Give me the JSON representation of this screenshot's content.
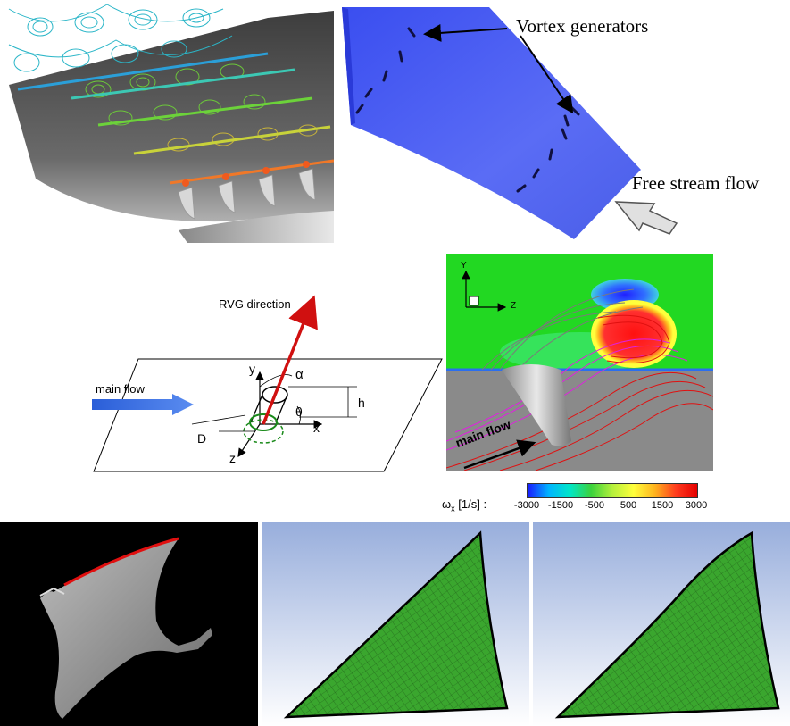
{
  "top_right": {
    "vortex_label": "Vortex generators",
    "free_stream_label": "Free stream flow"
  },
  "rvg_diagram": {
    "direction_label": "RVG direction",
    "main_flow_label": "main  flow",
    "axis_y": "y",
    "axis_x": "x",
    "axis_z": "z",
    "alpha": "α",
    "theta": "θ",
    "h": "h",
    "d": "D"
  },
  "cfd_panel": {
    "axis_y": "Y",
    "axis_z": "Z",
    "main_flow_label": "main flow"
  },
  "colorbar": {
    "label_main": "ω",
    "label_sub": "x",
    "label_unit": " [1/s] :",
    "ticks": [
      "-3000",
      "-1500",
      "-500",
      "500",
      "1500",
      "3000"
    ],
    "colors": [
      "#1a1aff",
      "#00b4ff",
      "#00e6c8",
      "#3cd23c",
      "#b4f03c",
      "#ffff3c",
      "#ffb41e",
      "#ff3c1e",
      "#e60000"
    ]
  },
  "colors": {
    "wing_gray": "#4a4a4a",
    "blue_wing": "#4b5cf0",
    "mesh_green": "#3aa62e",
    "vorticity_red": "#e01010",
    "arrow_blue": "#3b6fe0"
  }
}
